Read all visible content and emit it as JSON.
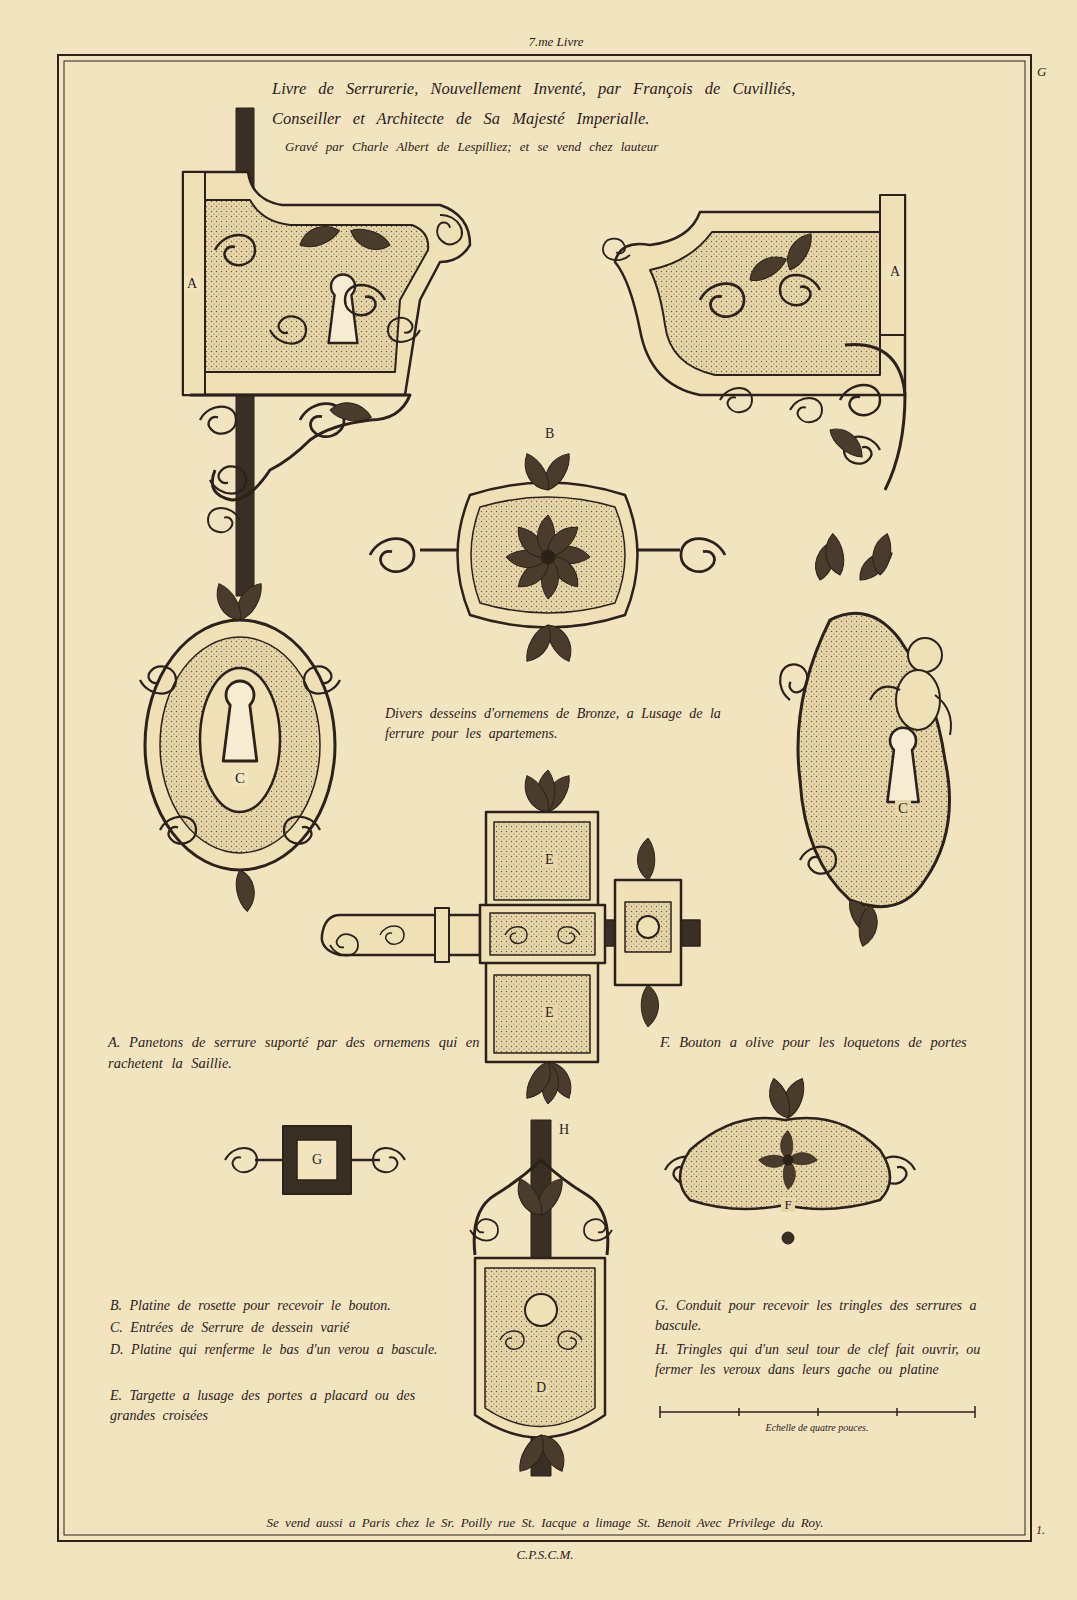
{
  "diagram": {
    "title": "Livre de Serrurerie, Nouvellement Inventé, par François de Cuvilliés, Conseiller et Architecte de Sa Majesté Imperialle.",
    "labels": [
      "7.me Livre",
      "Gravé par Charle Albert de Lespilliez; et se vend chez lauteur",
      "G",
      "A",
      "A",
      "B",
      "Divers desseins d'ornemens de Bronze, a Lusage de la ferrure pour les apartemens.",
      "C",
      "C",
      "E",
      "E",
      "A. Panetons de serrure suporté par des ornemens qui en rachetent la Saillie.",
      "F. Bouton a olive pour les loquetons de portes",
      "G",
      "H",
      "F",
      "B. Platine de rosette pour recevoir le bouton.",
      "C. Entrées de Serrure de dessein varié",
      "D. Platine qui renferme le bas d'un verou a bascule.",
      "E. Targette a lusage des portes a placard ou des grandes croisées",
      "G. Conduit pour recevoir les tringles des serrures a bascule.",
      "H. Tringles qui d'un seul tour de clef fait ouvrir, ou fermer les veroux dans leurs gache ou platine",
      "D",
      "Echelle de quatre pouces.",
      "Se vend aussi a Paris chez le Sr. Poilly rue St. Iacque a limage St. Benoit Avec Privilege du Roy.",
      "1.",
      "C.P.S.C.M."
    ]
  }
}
